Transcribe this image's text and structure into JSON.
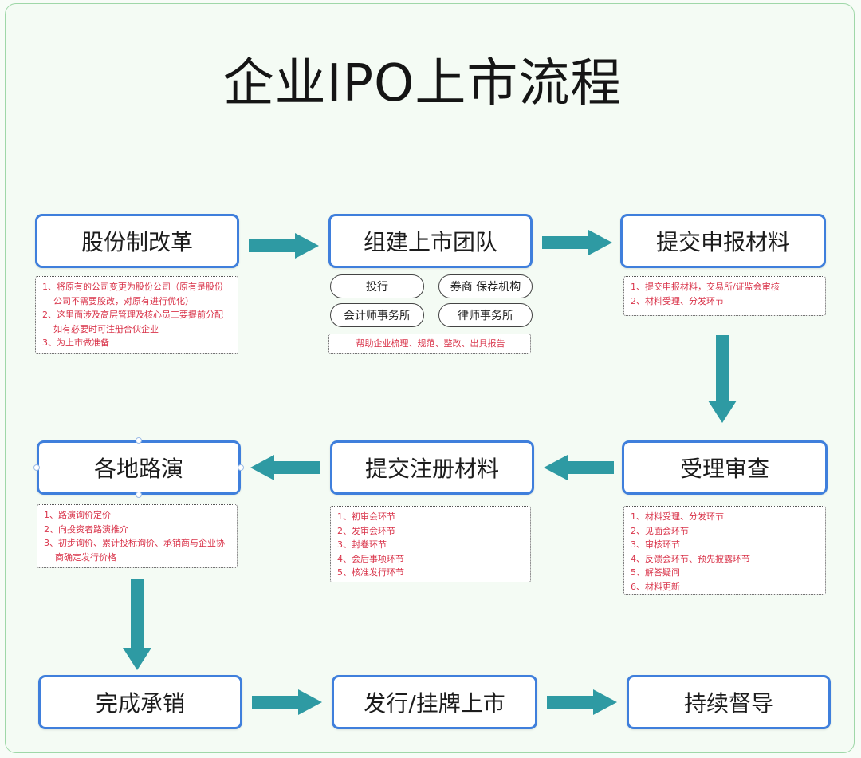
{
  "title": "企业IPO上市流程",
  "colors": {
    "box_border": "#3f7fdc",
    "arrow": "#2e9aa3",
    "note_text": "#d9344a",
    "frame": "#9fd7a8"
  },
  "steps": {
    "reform": "股份制改革",
    "team": "组建上市团队",
    "submit": "提交申报材料",
    "review": "受理审查",
    "register": "提交注册材料",
    "roadshow": "各地路演",
    "underwrite": "完成承销",
    "listing": "发行/挂牌上市",
    "supervise": "持续督导"
  },
  "team_members": [
    "投行",
    "券商 保荐机构",
    "会计师事务所",
    "律师事务所"
  ],
  "notes": {
    "reform": [
      "1、将原有的公司变更为股份公司（原有是股份",
      "    公司不需要股改，对原有进行优化）",
      "2、这里面涉及高层管理及核心员工要提前分配",
      "    如有必要时可注册合伙企业",
      "3、为上市做准备"
    ],
    "team": [
      "帮助企业梳理、规范、整改、出具报告"
    ],
    "submit": [
      "1、提交申报材料，交易所/证监会审核",
      "2、材料受理、分发环节"
    ],
    "review": [
      "1、材料受理、分发环节",
      "2、见面会环节",
      "3、审核环节",
      "4、反馈会环节、预先披露环节",
      "5、解答疑问",
      "6、材料更新"
    ],
    "register": [
      "1、初审会环节",
      "2、发审会环节",
      "3、封卷环节",
      "4、会后事项环节",
      "5、核准发行环节"
    ],
    "roadshow": [
      "1、路演询价定价",
      "2、向投资者路演推介",
      "3、初步询价、累计投标询价、承销商与企业协",
      "    商确定发行价格"
    ]
  }
}
